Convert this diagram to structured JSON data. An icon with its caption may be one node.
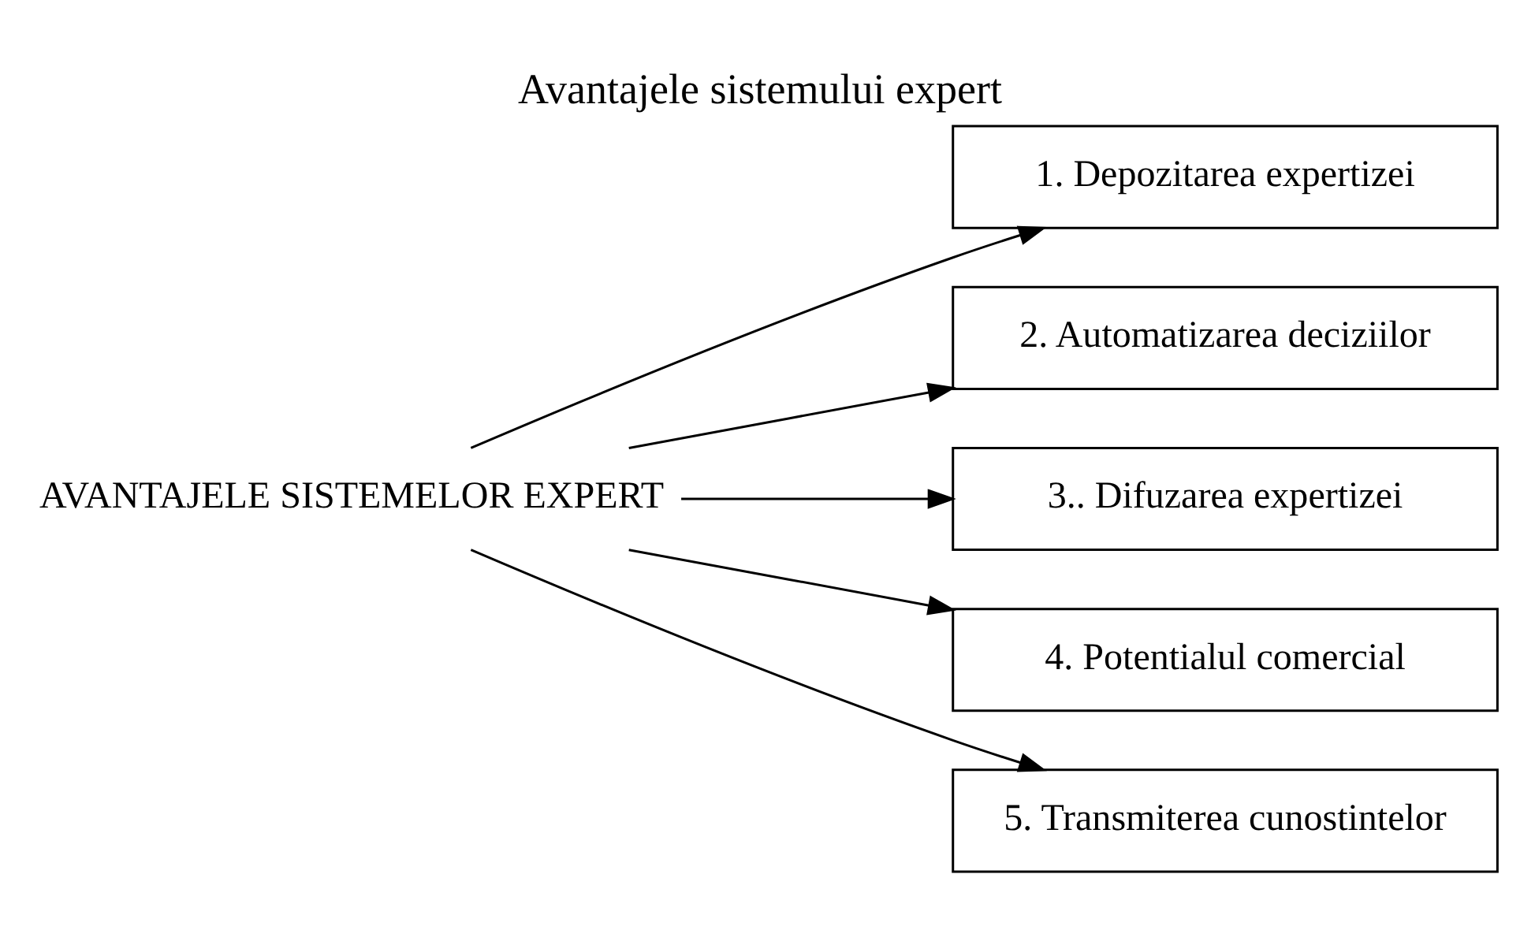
{
  "diagram": {
    "title": "Avantajele sistemului expert",
    "nodes": [
      {
        "text": [
          "AVANTAJELE SISTEMELOR EXPERT"
        ]
      },
      {
        "text": [
          "1. Depozitarea expertizei"
        ]
      },
      {
        "text": [
          "2. Automatizarea deciziilor"
        ]
      },
      {
        "text": [
          "3.. Difuzarea expertizei"
        ]
      },
      {
        "text": [
          "4. Potentialul comercial"
        ]
      },
      {
        "text": [
          "5. Transmiterea cunostintelor"
        ]
      }
    ],
    "edges": [
      {
        "from": 0,
        "to": 1,
        "arrow": "to"
      },
      {
        "from": 0,
        "to": 2,
        "arrow": "to"
      },
      {
        "from": 0,
        "to": 3,
        "arrow": "to"
      },
      {
        "from": 0,
        "to": 4,
        "arrow": "to"
      },
      {
        "from": 0,
        "to": 5,
        "arrow": "to"
      }
    ]
  }
}
